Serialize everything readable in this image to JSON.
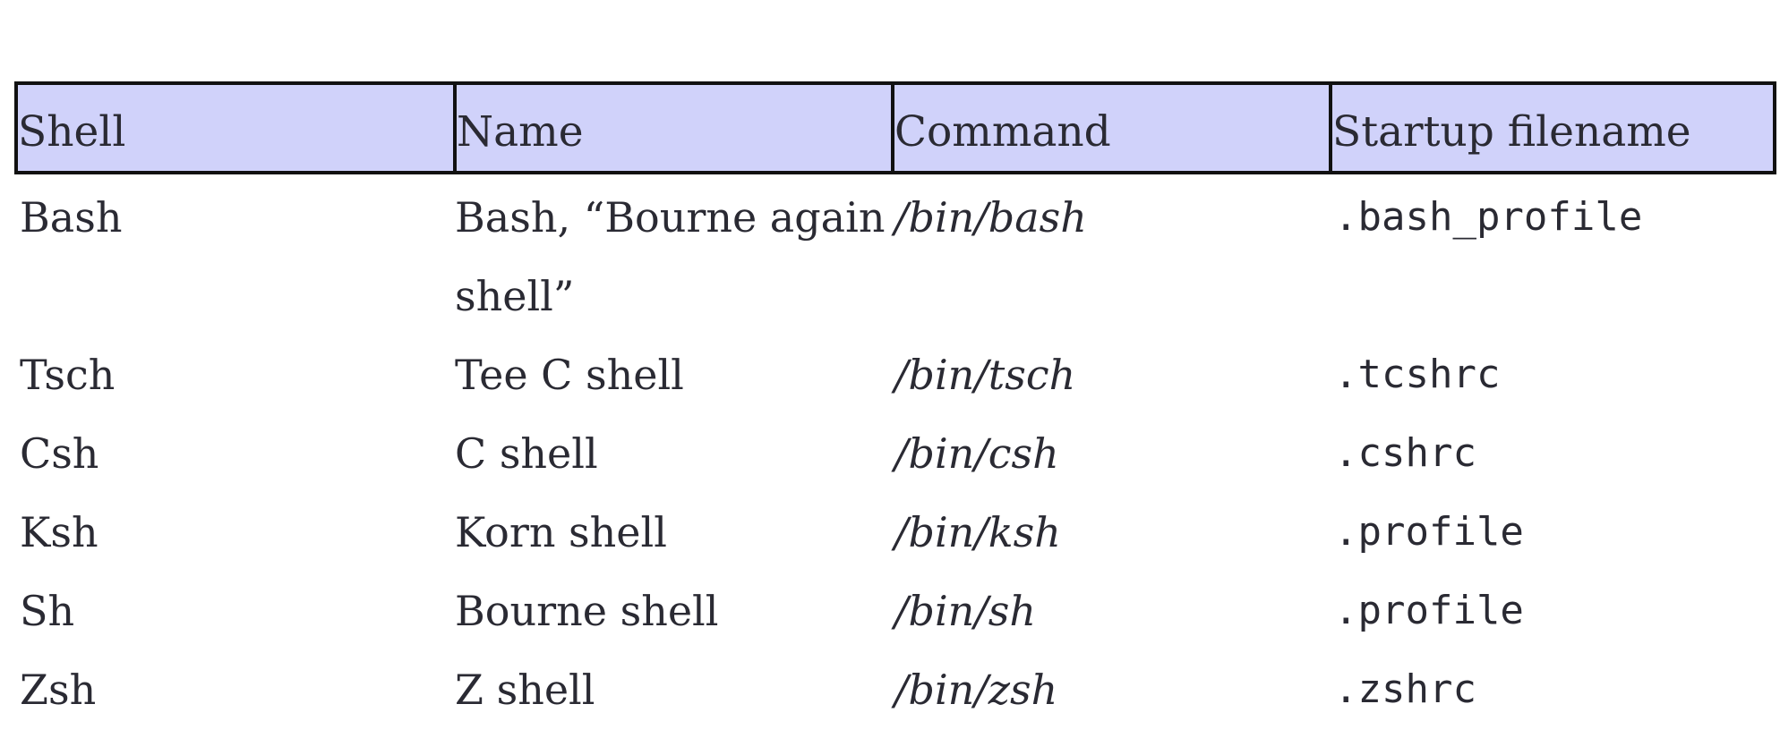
{
  "table": {
    "headers": {
      "shell": "Shell",
      "name": "Name",
      "command": "Command",
      "startup": "Startup filename"
    },
    "rows": [
      {
        "shell": "Bash",
        "name": "Bash, “Bourne again shell”",
        "command": "/bin/bash",
        "startup": ".bash_profile"
      },
      {
        "shell": "Tsch",
        "name": "Tee C shell",
        "command": "/bin/tsch",
        "startup": ".tcshrc"
      },
      {
        "shell": "Csh",
        "name": "C shell",
        "command": "/bin/csh",
        "startup": ".cshrc"
      },
      {
        "shell": "Ksh",
        "name": "Korn shell",
        "command": "/bin/ksh",
        "startup": ".profile"
      },
      {
        "shell": "Sh",
        "name": "Bourne shell",
        "command": "/bin/sh",
        "startup": ".profile"
      },
      {
        "shell": "Zsh",
        "name": "Z shell",
        "command": "/bin/zsh",
        "startup": ".zshrc"
      }
    ]
  },
  "colors": {
    "header_bg": "#d0d2fa",
    "border": "#111111",
    "text": "#2a2a33"
  }
}
